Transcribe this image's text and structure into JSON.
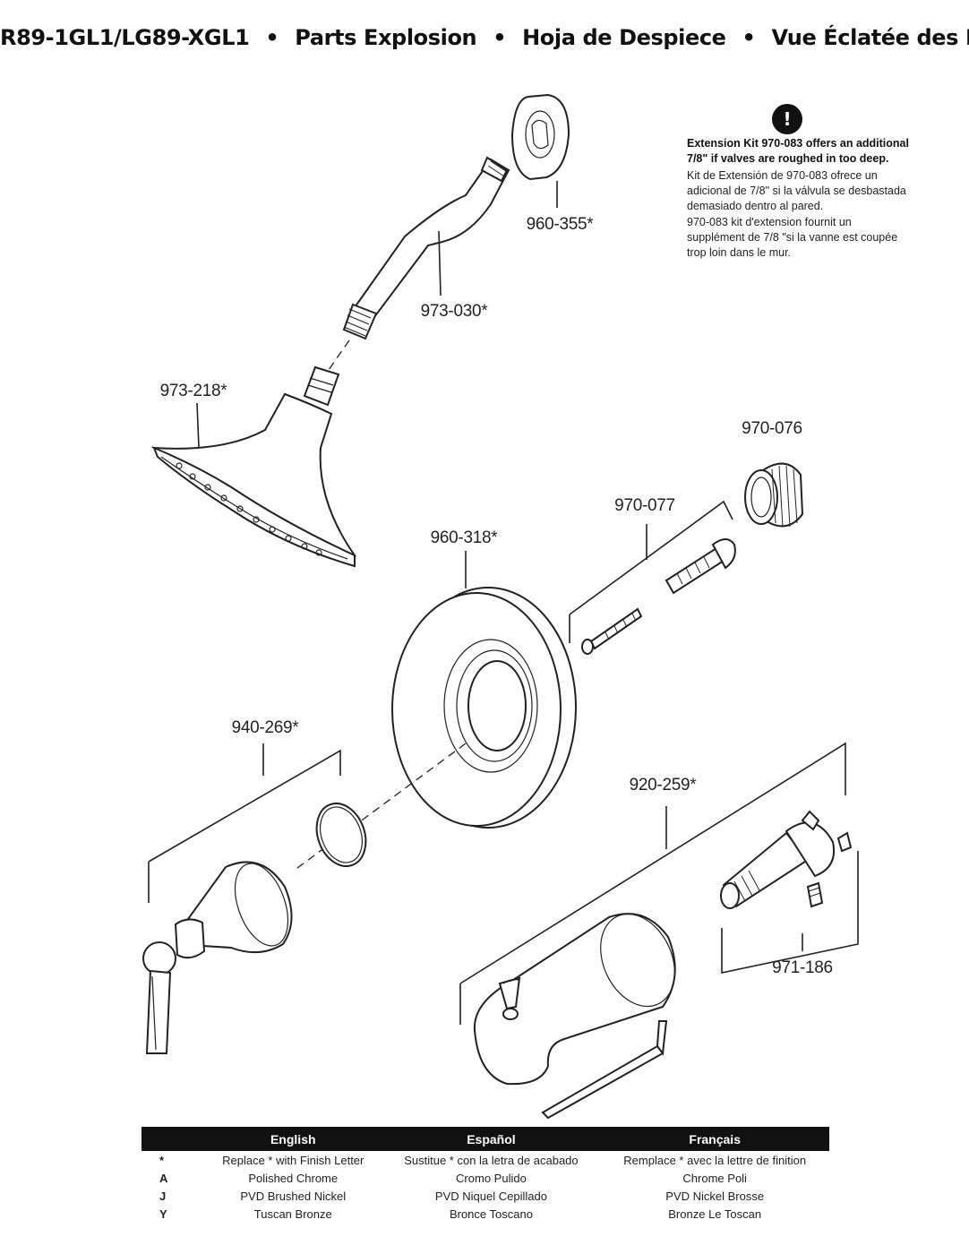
{
  "title": {
    "model": "R89-1GL1/LG89-XGL1",
    "sep": "•",
    "en": "Parts Explosion",
    "es": "Hoja de Despiece",
    "fr": "Vue Éclatée des Pièces"
  },
  "note": {
    "icon": "!",
    "bold": "Extension Kit 970-083 offers an additional 7/8\" if valves are roughed in too deep.",
    "es": "Kit de Extensión de 970-083 ofrece un adicional de 7/8\" si la válvula se desbastada demasiado dentro al pared.",
    "fr": "970-083 kit d'extension fournit un supplément de 7/8 \"si la vanne est coupée trop loin dans le mur."
  },
  "parts": {
    "p960_355": "960-355*",
    "p973_030": "973-030*",
    "p973_218": "973-218*",
    "p970_076": "970-076",
    "p970_077": "970-077",
    "p960_318": "960-318*",
    "p940_269": "940-269*",
    "p920_259": "920-259*",
    "p971_186": "971-186"
  },
  "legend": {
    "headers": [
      "English",
      "Español",
      "Français"
    ],
    "rows": [
      {
        "sym": "*",
        "en": "Replace * with Finish Letter",
        "es": "Sustitue * con la letra de acabado",
        "fr": "Remplace * avec la lettre de finition"
      },
      {
        "sym": "A",
        "en": "Polished Chrome",
        "es": "Cromo Pulido",
        "fr": "Chrome Poli"
      },
      {
        "sym": "J",
        "en": "PVD Brushed Nickel",
        "es": "PVD Niquel Cepillado",
        "fr": "PVD Nickel Brosse"
      },
      {
        "sym": "Y",
        "en": "Tuscan Bronze",
        "es": "Bronce Toscano",
        "fr": "Bronze Le Toscan"
      }
    ]
  }
}
